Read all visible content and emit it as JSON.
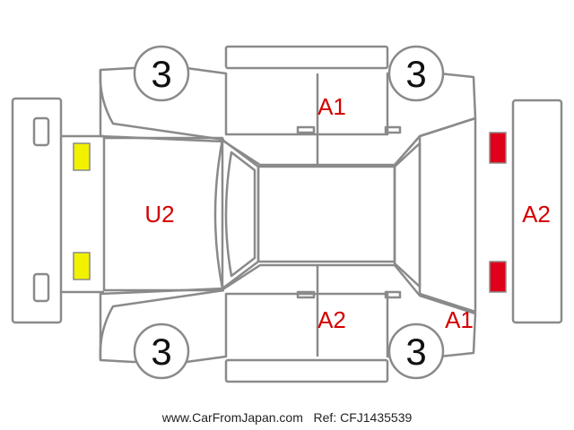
{
  "tire_marks": [
    {
      "id": "front-left",
      "value": "3"
    },
    {
      "id": "rear-left",
      "value": "3"
    },
    {
      "id": "front-right",
      "value": "3"
    },
    {
      "id": "rear-right",
      "value": "3"
    }
  ],
  "damage_codes": [
    {
      "id": "right-side-doors",
      "value": "A1"
    },
    {
      "id": "front-hood",
      "value": "U2"
    },
    {
      "id": "rear-bumper",
      "value": "A2"
    },
    {
      "id": "left-side-doors",
      "value": "A2"
    },
    {
      "id": "rear-left-quarter",
      "value": "A1"
    }
  ],
  "lamp_marks": {
    "front": "yellow",
    "rear": "red"
  },
  "colors": {
    "outline": "#8a8a8a",
    "code_text": "#d40000",
    "yellow": "#f2f200",
    "red": "#e0001a",
    "dark": "#111111"
  },
  "footer": {
    "site": "www.CarFromJapan.com",
    "ref_label": "Ref:",
    "ref_value": "CFJ1435539"
  }
}
